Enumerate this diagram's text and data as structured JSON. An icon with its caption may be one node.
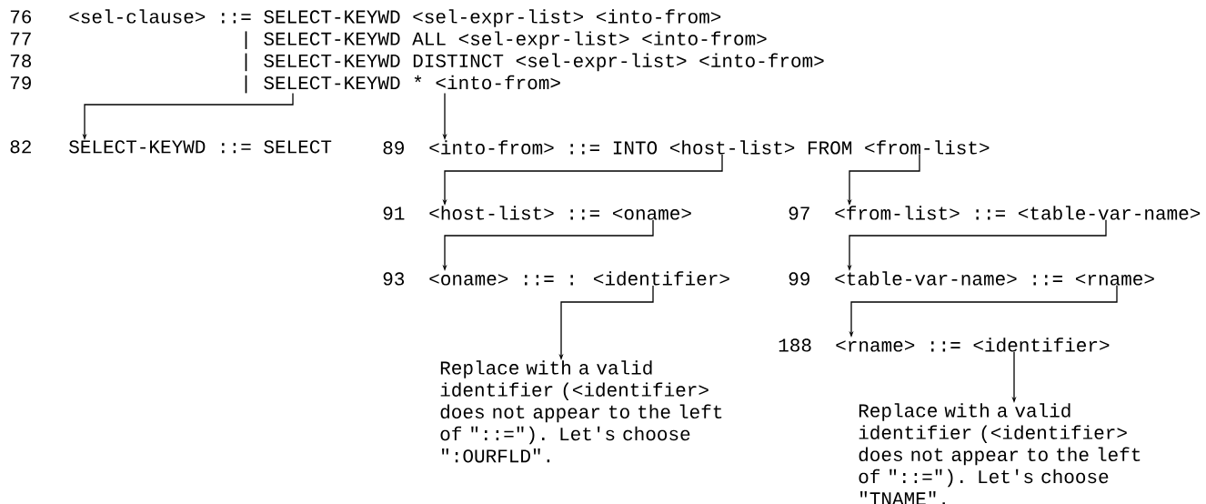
{
  "diagram": {
    "nodes": [
      {
        "text": [
          "76",
          "<sel-clause> ::= SELECT-KEYWD <sel-expr-list> <into-from>",
          "77",
          "| SELECT-KEYWD ALL <sel-expr-list> <into-from>",
          "78",
          "| SELECT-KEYWD DISTINCT <sel-expr-list> <into-from>",
          "79",
          "| SELECT-KEYWD * <into-from>"
        ]
      },
      {
        "text": [
          "82",
          "SELECT-KEYWD ::= SELECT"
        ]
      },
      {
        "text": [
          "89",
          "<into-from> ::= INTO <host-list> FROM <from-list>"
        ]
      },
      {
        "text": [
          "91",
          "<host-list> ::= <oname>"
        ]
      },
      {
        "text": [
          "97",
          "<from-list> ::= <table-var-name>"
        ]
      },
      {
        "text": [
          "93",
          "<oname> ::= : <identifier>"
        ]
      },
      {
        "text": [
          "99",
          "<table-var-name> ::= <rname>"
        ]
      },
      {
        "text": [
          "188",
          "<rname> ::= <identifier>"
        ]
      },
      {
        "text": [
          "Replace with a valid identifier (<identifier> does not appear to the left of \"::=\"). Let's choose \":OURFLD\"."
        ]
      },
      {
        "text": [
          "Replace with a valid identifier (<identifier> does not appear to the left of \"::=\"). Let's choose \"TNAME\"."
        ]
      }
    ],
    "edges": [
      {
        "from": 0,
        "to": 1,
        "arrow": "to"
      },
      {
        "from": 0,
        "to": 2,
        "arrow": "to"
      },
      {
        "from": 2,
        "to": 3,
        "arrow": "to"
      },
      {
        "from": 2,
        "to": 4,
        "arrow": "to"
      },
      {
        "from": 3,
        "to": 5,
        "arrow": "to"
      },
      {
        "from": 4,
        "to": 6,
        "arrow": "to"
      },
      {
        "from": 6,
        "to": 7,
        "arrow": "to"
      },
      {
        "from": 5,
        "to": 8,
        "arrow": "to"
      },
      {
        "from": 7,
        "to": 9,
        "arrow": "to"
      }
    ]
  }
}
